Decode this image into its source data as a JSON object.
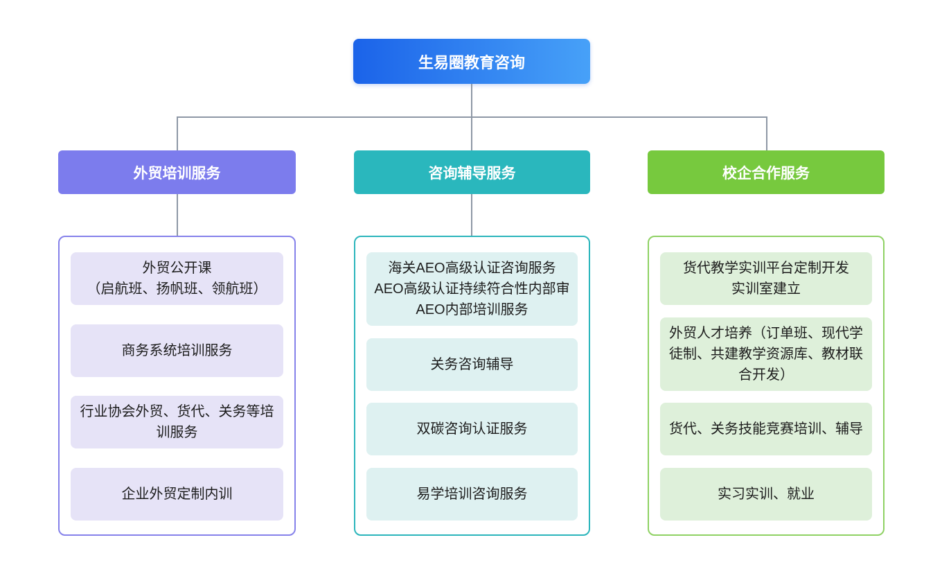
{
  "root": {
    "label": "生易圈教育咨询",
    "gradient_from": "#1b63e9",
    "gradient_to": "#47a1f8"
  },
  "line_color": "#8d97a5",
  "branches": [
    {
      "title": "外贸培训服务",
      "header_color": "#7c7ced",
      "border_color": "#8581ea",
      "item_bg": "#e6e3f7",
      "items": [
        "外贸公开课\n（启航班、扬帆班、领航班）",
        "商务系统培训服务",
        "行业协会外贸、货代、关务等培训服务",
        "企业外贸定制内训"
      ]
    },
    {
      "title": "咨询辅导服务",
      "header_color": "#2ab7bd",
      "border_color": "#2ab5bb",
      "item_bg": "#def1f1",
      "items": [
        "海关AEO高级认证咨询服务\nAEO高级认证持续符合性内部审\nAEO内部培训服务",
        "关务咨询辅导",
        "双碳咨询认证服务",
        "易学培训咨询服务"
      ]
    },
    {
      "title": "校企合作服务",
      "header_color": "#77c93e",
      "border_color": "#8ed163",
      "item_bg": "#def0da",
      "items": [
        "货代教学实训平台定制开发\n实训室建立",
        "外贸人才培养（订单班、现代学徒制、共建教学资源库、教材联合开发）",
        "货代、关务技能竞赛培训、辅导",
        "实习实训、就业"
      ]
    }
  ]
}
